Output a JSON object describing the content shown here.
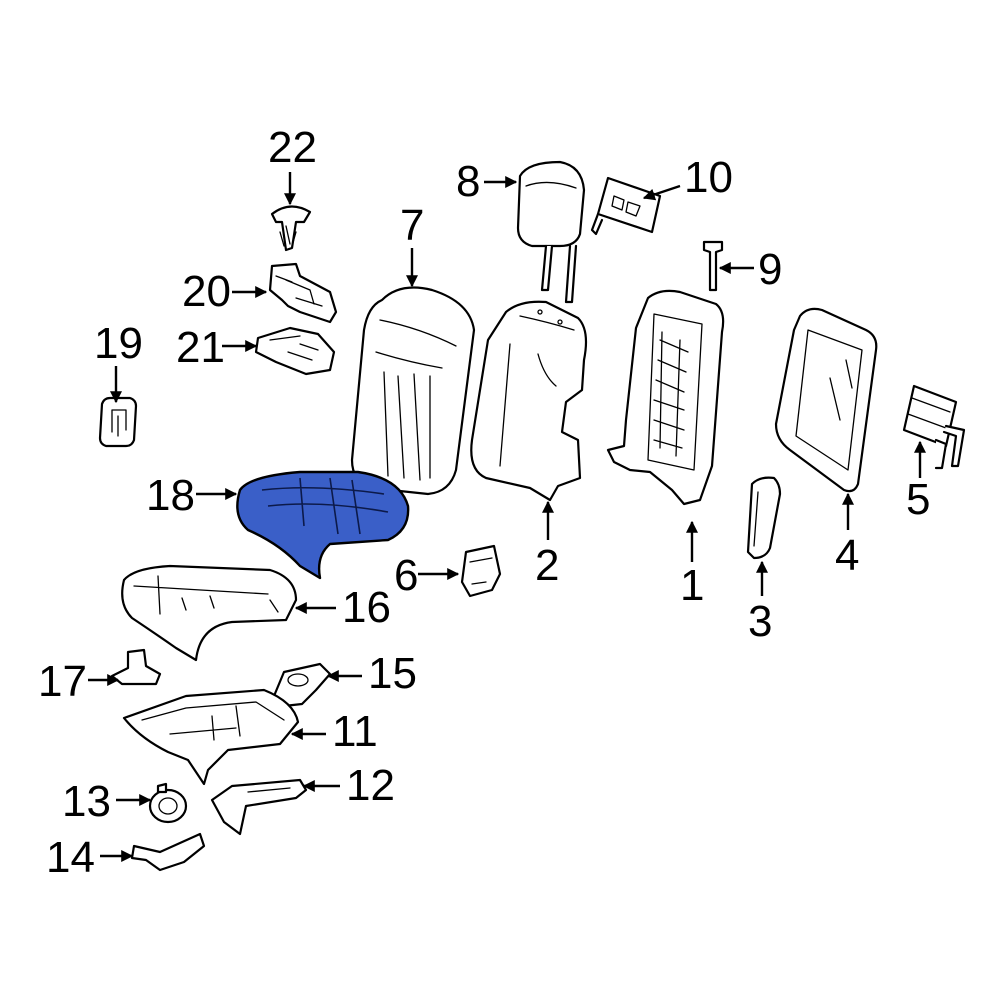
{
  "diagram": {
    "highlight_color": "#3a5fc8",
    "callouts": [
      "1",
      "2",
      "3",
      "4",
      "5",
      "6",
      "7",
      "8",
      "9",
      "10",
      "11",
      "12",
      "13",
      "14",
      "15",
      "16",
      "17",
      "18",
      "19",
      "20",
      "21",
      "22"
    ],
    "highlighted_part": "18"
  }
}
